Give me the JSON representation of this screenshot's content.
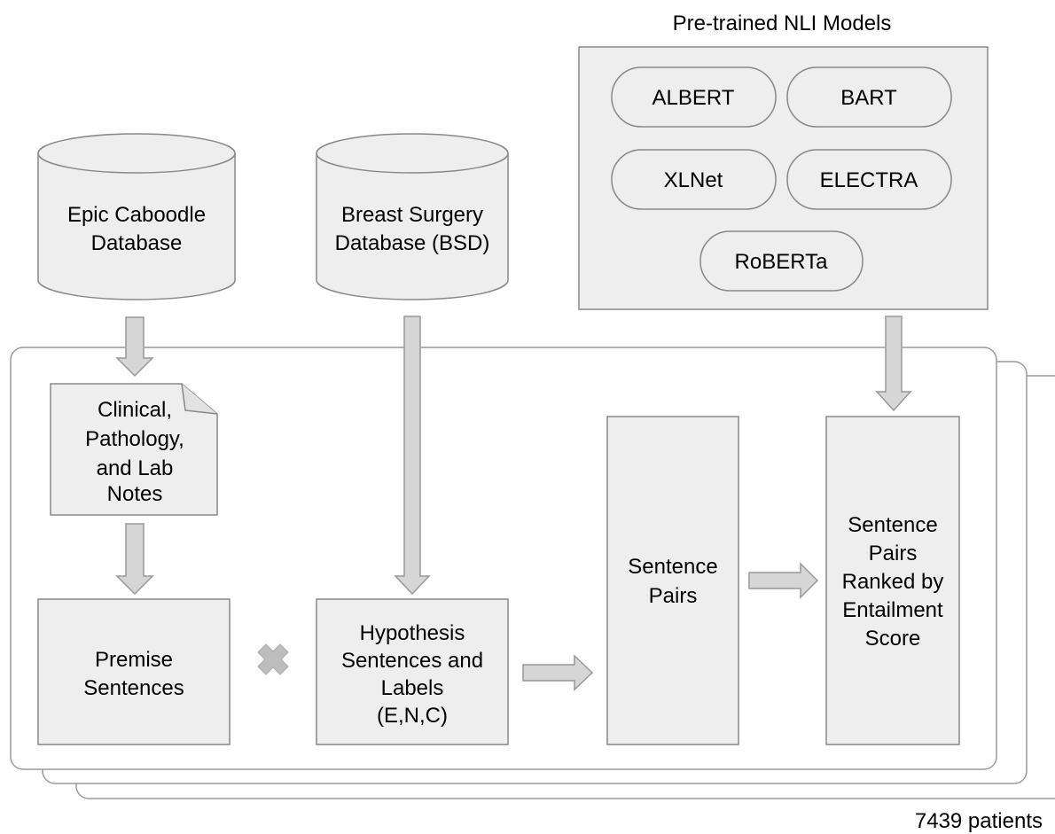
{
  "models_title": "Pre-trained NLI Models",
  "models": [
    "ALBERT",
    "BART",
    "XLNet",
    "ELECTRA",
    "RoBERTa"
  ],
  "epic_db": [
    "Epic Caboodle",
    "Database"
  ],
  "bsd_db": [
    "Breast Surgery",
    "Database (BSD)"
  ],
  "notes": [
    "Clinical,",
    "Pathology,",
    "and Lab",
    "Notes"
  ],
  "premise": [
    "Premise",
    "Sentences"
  ],
  "hypothesis": [
    "Hypothesis",
    "Sentences and",
    "Labels",
    "(E,N,C)"
  ],
  "pairs": [
    "Sentence",
    "Pairs"
  ],
  "ranked": [
    "Sentence",
    "Pairs",
    "Ranked by",
    "Entailment",
    "Score"
  ],
  "patients_label": "7439 patients",
  "colors": {
    "fill": "#eeeeee",
    "stroke": "#888888",
    "arrow_fill": "#d6d6d6",
    "arrow_stroke": "#999999",
    "cross": "#bdbdbd"
  }
}
